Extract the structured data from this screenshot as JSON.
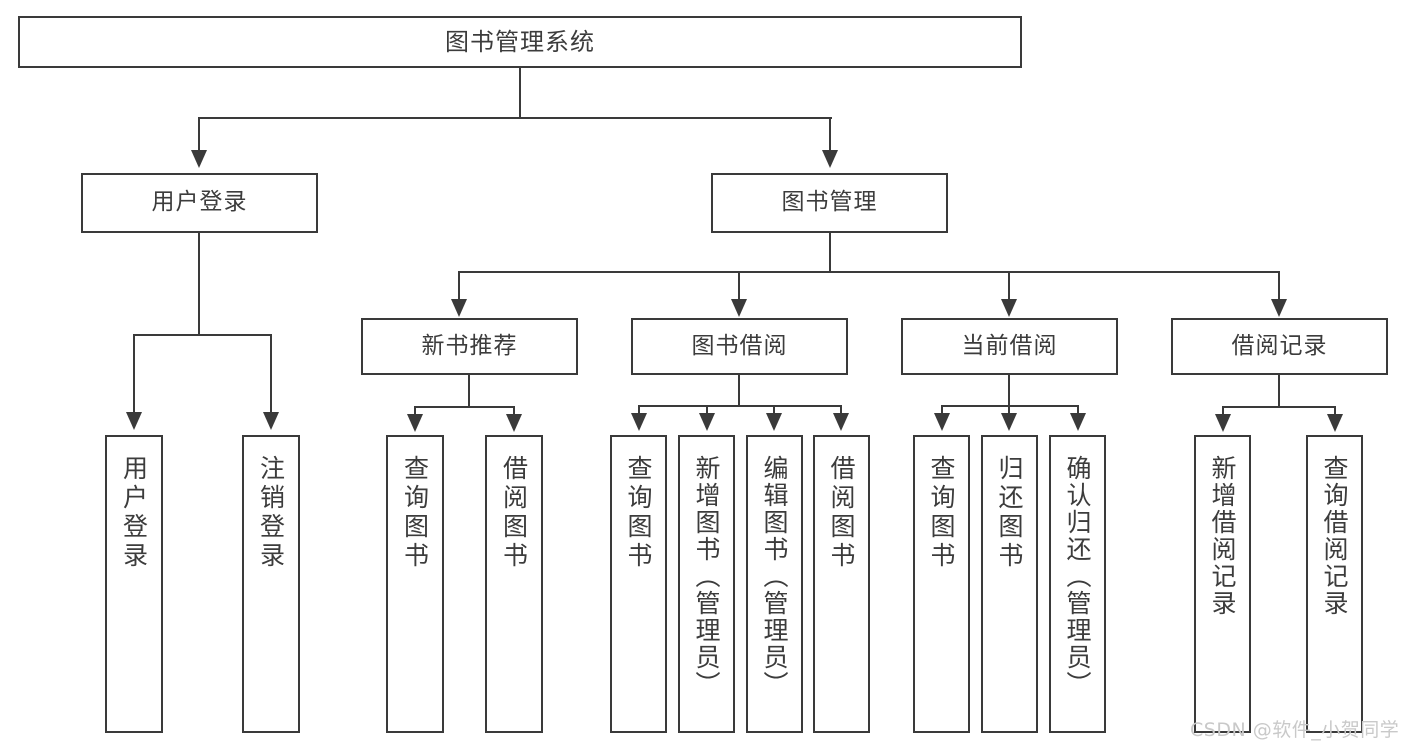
{
  "diagram": {
    "title": "图书管理系统",
    "type": "tree-hierarchy-diagram",
    "colors": {
      "stroke": "#3a3a3a",
      "fill": "#ffffff",
      "text": "#3c3c3c",
      "watermark": "#c9c9c9"
    },
    "root": {
      "label": "图书管理系统"
    },
    "level2": [
      {
        "label": "用户登录"
      },
      {
        "label": "图书管理"
      }
    ],
    "level3": [
      {
        "label": "新书推荐"
      },
      {
        "label": "图书借阅"
      },
      {
        "label": "当前借阅"
      },
      {
        "label": "借阅记录"
      }
    ],
    "leaves": {
      "user_login": [
        {
          "label": "用户登录"
        },
        {
          "label": "注销登录"
        }
      ],
      "new_book_recommend": [
        {
          "label": "查询图书"
        },
        {
          "label": "借阅图书"
        }
      ],
      "book_borrow": [
        {
          "label": "查询图书"
        },
        {
          "label": "新增图书（管理员）"
        },
        {
          "label": "编辑图书（管理员）"
        },
        {
          "label": "借阅图书"
        }
      ],
      "current_borrow": [
        {
          "label": "查询图书"
        },
        {
          "label": "归还图书"
        },
        {
          "label": "确认归还（管理员）"
        }
      ],
      "borrow_record": [
        {
          "label": "新增借阅记录"
        },
        {
          "label": "查询借阅记录"
        }
      ]
    }
  },
  "watermark": {
    "text": "CSDN @软件_小贺同学"
  }
}
